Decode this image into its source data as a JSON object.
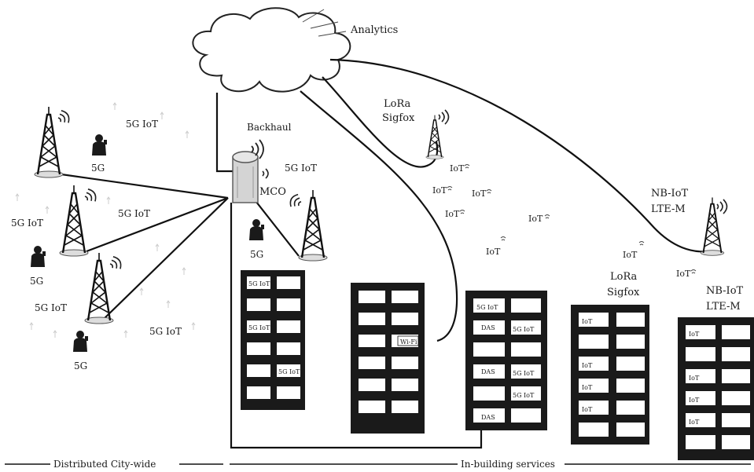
{
  "cloud": {
    "label": "Analytics"
  },
  "mco": {
    "backhaul_label": "Backhaul",
    "label": "MCO",
    "iot_label": "5G IoT"
  },
  "city": {
    "iot_labels": [
      "5G IoT",
      "5G IoT",
      "5G IoT",
      "5G IoT",
      "5G IoT"
    ],
    "user_labels": [
      "5G",
      "5G",
      "5G",
      "5G"
    ]
  },
  "lpwan_tower": {
    "line1": "LoRa",
    "line2": "Sigfox"
  },
  "nbiot_tower": {
    "line1": "NB-IoT",
    "line2": "LTE-M"
  },
  "scattered_iot": [
    "IoT",
    "IoT",
    "IoT",
    "IoT",
    "IoT",
    "IoT",
    "IoT",
    "IoT"
  ],
  "buildings": {
    "b1": {
      "cells": [
        "5G IoT",
        "5G IoT",
        "5G IoT"
      ]
    },
    "b2": {
      "cells": [
        "Wi-Fi"
      ]
    },
    "b3": {
      "cells": [
        "5G IoT",
        "DAS",
        "5G IoT",
        "DAS",
        "5G IoT",
        "5G IoT",
        "DAS"
      ]
    },
    "b4": {
      "title1": "LoRa",
      "title2": "Sigfox",
      "cells": [
        "IoT",
        "IoT",
        "IoT",
        "IoT"
      ]
    },
    "b5": {
      "title1": "NB-IoT",
      "title2": "LTE-M",
      "cells": [
        "IoT",
        "IoT",
        "IoT",
        "IoT"
      ]
    }
  },
  "footer": {
    "left": "Distributed City-wide",
    "right": "In-building services"
  }
}
